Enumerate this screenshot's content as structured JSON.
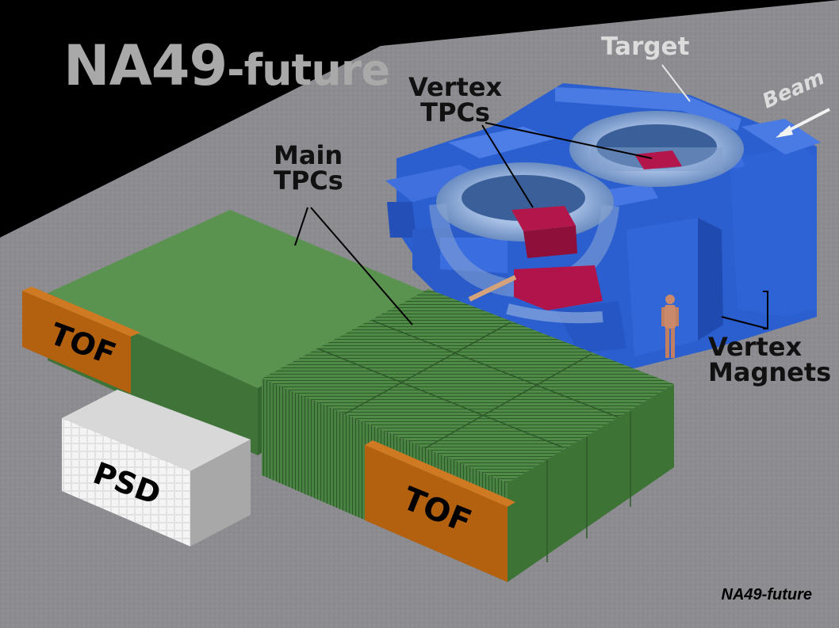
{
  "title": {
    "main": "NA49",
    "suffix": "-future"
  },
  "caption": "NA49-future",
  "labels": {
    "target": "Target",
    "beam": "Beam",
    "vertex_tpcs": [
      "Vertex",
      "TPCs"
    ],
    "main_tpcs": [
      "Main",
      "TPCs"
    ],
    "vertex_magnets": [
      "Vertex",
      "Magnets"
    ],
    "tof_left": "TOF",
    "tof_front": "TOF",
    "psd": "PSD"
  },
  "colors": {
    "background": "#000000",
    "floor": "#8c8c91",
    "tpc_green": "#4f8a46",
    "magnet_blue": "#2f64d6",
    "coil": "#7f9ccc",
    "vertex_tpc": "#b3164a",
    "tof_orange": "#b4610f",
    "psd_gray": "#c9c9c9",
    "title_gray": "#a9a9a9"
  }
}
